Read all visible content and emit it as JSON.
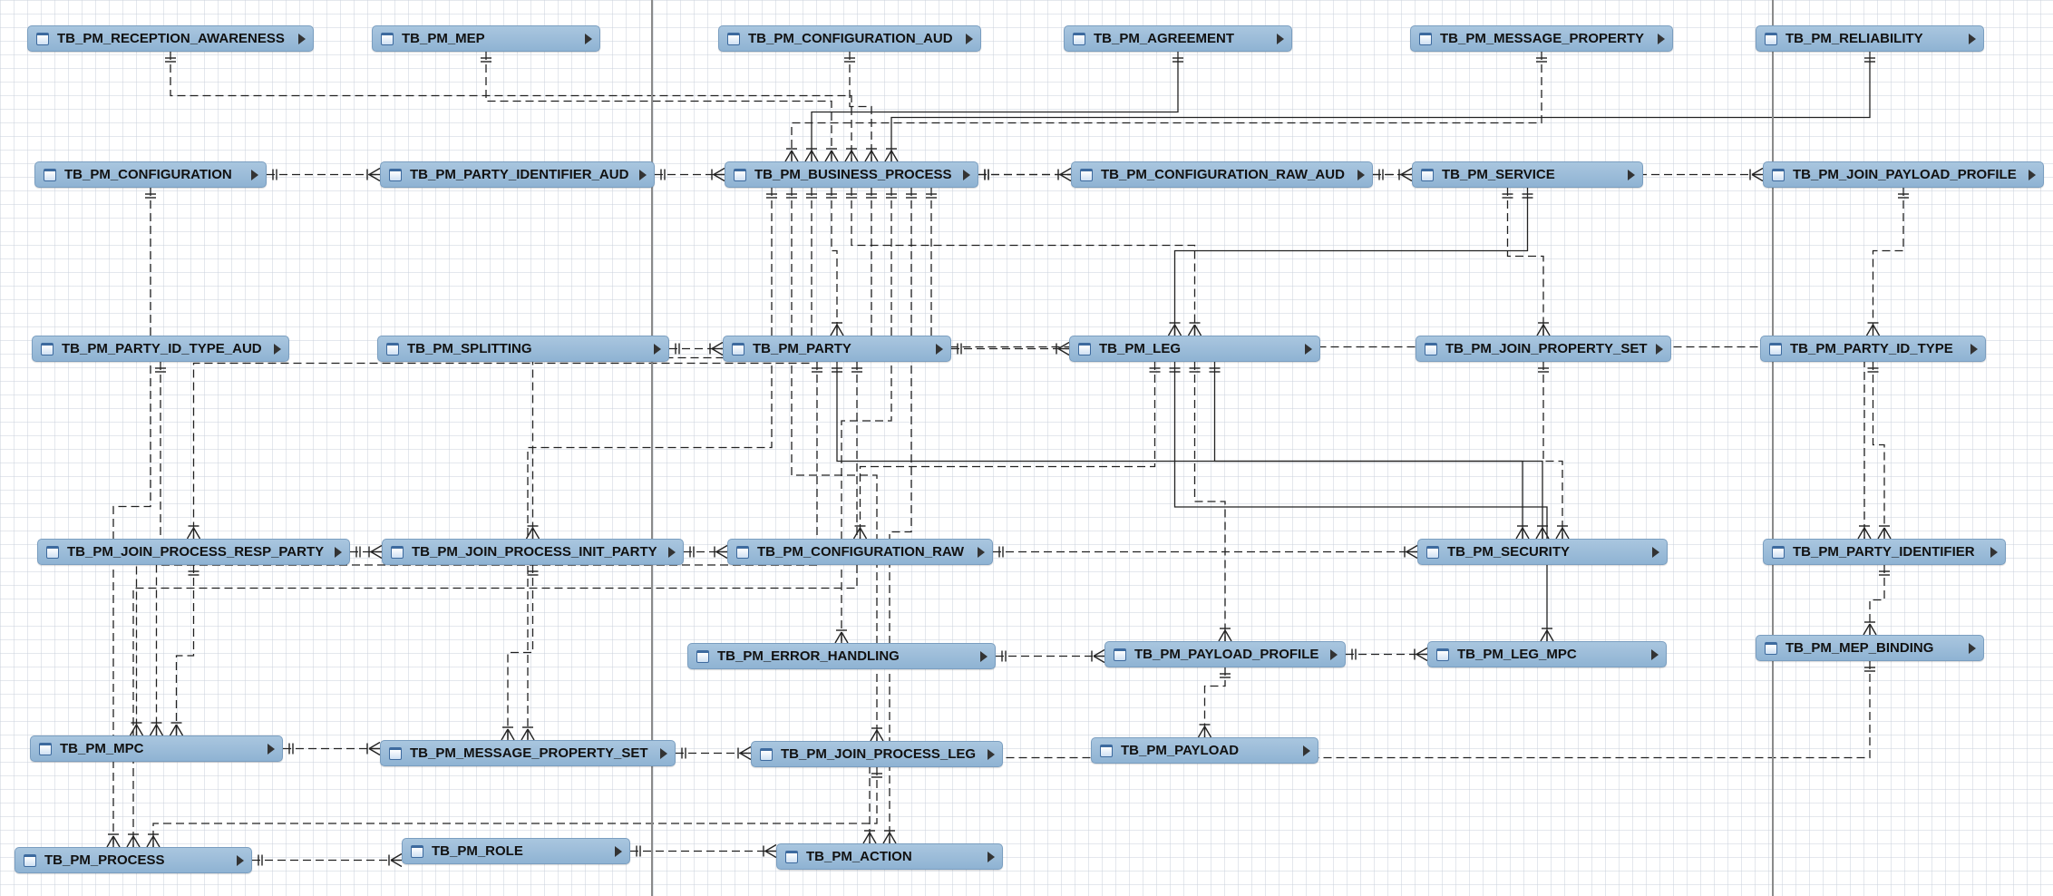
{
  "diagram": {
    "entities": [
      {
        "id": "reception_awareness",
        "name": "TB_PM_RECEPTION_AWARENESS"
      },
      {
        "id": "mep",
        "name": "TB_PM_MEP"
      },
      {
        "id": "configuration_aud",
        "name": "TB_PM_CONFIGURATION_AUD"
      },
      {
        "id": "agreement",
        "name": "TB_PM_AGREEMENT"
      },
      {
        "id": "message_property",
        "name": "TB_PM_MESSAGE_PROPERTY"
      },
      {
        "id": "reliability",
        "name": "TB_PM_RELIABILITY"
      },
      {
        "id": "configuration",
        "name": "TB_PM_CONFIGURATION"
      },
      {
        "id": "party_identifier_aud",
        "name": "TB_PM_PARTY_IDENTIFIER_AUD"
      },
      {
        "id": "business_process",
        "name": "TB_PM_BUSINESS_PROCESS"
      },
      {
        "id": "configuration_raw_aud",
        "name": "TB_PM_CONFIGURATION_RAW_AUD"
      },
      {
        "id": "service",
        "name": "TB_PM_SERVICE"
      },
      {
        "id": "join_payload_profile",
        "name": "TB_PM_JOIN_PAYLOAD_PROFILE"
      },
      {
        "id": "party_id_type_aud",
        "name": "TB_PM_PARTY_ID_TYPE_AUD"
      },
      {
        "id": "splitting",
        "name": "TB_PM_SPLITTING"
      },
      {
        "id": "party",
        "name": "TB_PM_PARTY"
      },
      {
        "id": "leg",
        "name": "TB_PM_LEG"
      },
      {
        "id": "join_property_set",
        "name": "TB_PM_JOIN_PROPERTY_SET"
      },
      {
        "id": "party_id_type",
        "name": "TB_PM_PARTY_ID_TYPE"
      },
      {
        "id": "join_process_resp_party",
        "name": "TB_PM_JOIN_PROCESS_RESP_PARTY"
      },
      {
        "id": "join_process_init_party",
        "name": "TB_PM_JOIN_PROCESS_INIT_PARTY"
      },
      {
        "id": "configuration_raw",
        "name": "TB_PM_CONFIGURATION_RAW"
      },
      {
        "id": "security",
        "name": "TB_PM_SECURITY"
      },
      {
        "id": "party_identifier",
        "name": "TB_PM_PARTY_IDENTIFIER"
      },
      {
        "id": "error_handling",
        "name": "TB_PM_ERROR_HANDLING"
      },
      {
        "id": "payload_profile",
        "name": "TB_PM_PAYLOAD_PROFILE"
      },
      {
        "id": "leg_mpc",
        "name": "TB_PM_LEG_MPC"
      },
      {
        "id": "mep_binding",
        "name": "TB_PM_MEP_BINDING"
      },
      {
        "id": "mpc",
        "name": "TB_PM_MPC"
      },
      {
        "id": "message_property_set",
        "name": "TB_PM_MESSAGE_PROPERTY_SET"
      },
      {
        "id": "join_process_leg",
        "name": "TB_PM_JOIN_PROCESS_LEG"
      },
      {
        "id": "payload",
        "name": "TB_PM_PAYLOAD"
      },
      {
        "id": "process",
        "name": "TB_PM_PROCESS"
      },
      {
        "id": "role",
        "name": "TB_PM_ROLE"
      },
      {
        "id": "action",
        "name": "TB_PM_ACTION"
      }
    ],
    "relationships": [
      {
        "from": "configuration",
        "to": "party_identifier_aud",
        "style": "dashed"
      },
      {
        "from": "party_identifier_aud",
        "to": "business_process",
        "style": "dashed"
      },
      {
        "from": "business_process",
        "to": "configuration_raw_aud",
        "style": "dashed"
      },
      {
        "from": "configuration_raw_aud",
        "to": "service",
        "style": "dashed"
      },
      {
        "from": "splitting",
        "to": "party",
        "style": "dashed"
      },
      {
        "from": "party",
        "to": "leg",
        "style": "dashed"
      },
      {
        "from": "error_handling",
        "to": "payload_profile",
        "style": "dashed"
      },
      {
        "from": "payload_profile",
        "to": "leg_mpc",
        "style": "dashed"
      },
      {
        "from": "mpc",
        "to": "message_property_set",
        "style": "dashed"
      },
      {
        "from": "message_property_set",
        "to": "join_process_leg",
        "style": "dashed"
      },
      {
        "from": "process",
        "to": "role",
        "style": "dashed"
      },
      {
        "from": "role",
        "to": "action",
        "style": "dashed"
      },
      {
        "from": "join_process_resp_party",
        "to": "join_process_init_party",
        "style": "dashed"
      },
      {
        "from": "join_process_init_party",
        "to": "configuration_raw",
        "style": "dashed"
      },
      {
        "from": "configuration_raw",
        "to": "security",
        "style": "dashed"
      },
      {
        "from": "reception_awareness",
        "to": "business_process",
        "style": "dashed"
      },
      {
        "from": "mep",
        "to": "business_process",
        "style": "dashed"
      },
      {
        "from": "configuration_aud",
        "to": "business_process",
        "style": "dashed"
      },
      {
        "from": "agreement",
        "to": "business_process",
        "style": "solid"
      },
      {
        "from": "reliability",
        "to": "business_process",
        "style": "solid"
      },
      {
        "from": "message_property",
        "to": "business_process",
        "style": "dashed"
      },
      {
        "from": "business_process",
        "to": "leg",
        "style": "dashed"
      },
      {
        "from": "business_process",
        "to": "party",
        "style": "dashed"
      },
      {
        "from": "business_process",
        "to": "join_process_init_party",
        "style": "dashed"
      },
      {
        "from": "business_process",
        "to": "join_process_resp_party",
        "style": "dashed"
      },
      {
        "from": "business_process",
        "to": "error_handling",
        "style": "dashed"
      },
      {
        "from": "business_process",
        "to": "join_process_leg",
        "style": "dashed"
      },
      {
        "from": "business_process",
        "to": "action",
        "style": "dashed"
      },
      {
        "from": "business_process",
        "to": "message_property_set",
        "style": "dashed"
      },
      {
        "from": "service",
        "to": "leg",
        "style": "solid"
      },
      {
        "from": "service",
        "to": "join_property_set",
        "style": "dashed"
      },
      {
        "from": "leg",
        "to": "payload_profile",
        "style": "dashed"
      },
      {
        "from": "leg",
        "to": "leg_mpc",
        "style": "solid"
      },
      {
        "from": "leg",
        "to": "security",
        "style": "solid"
      },
      {
        "from": "leg",
        "to": "configuration_raw",
        "style": "dashed"
      },
      {
        "from": "payload_profile",
        "to": "payload",
        "style": "dashed"
      },
      {
        "from": "join_payload_profile",
        "to": "party_id_type",
        "style": "dashed"
      },
      {
        "from": "party_id_type",
        "to": "party_identifier",
        "style": "dashed"
      },
      {
        "from": "party_identifier",
        "to": "mep_binding",
        "style": "dashed"
      },
      {
        "from": "mep_binding",
        "to": "action",
        "style": "dashed"
      },
      {
        "from": "party",
        "to": "security",
        "style": "solid"
      },
      {
        "from": "party",
        "to": "mpc",
        "style": "dashed"
      },
      {
        "from": "party",
        "to": "process",
        "style": "dashed"
      },
      {
        "from": "configuration",
        "to": "process",
        "style": "dashed"
      },
      {
        "from": "party_id_type_aud",
        "to": "mpc",
        "style": "dashed"
      },
      {
        "from": "join_process_init_party",
        "to": "message_property_set",
        "style": "dashed"
      },
      {
        "from": "join_process_resp_party",
        "to": "mpc",
        "style": "dashed"
      },
      {
        "from": "join_property_set",
        "to": "security",
        "style": "dashed"
      },
      {
        "from": "join_process_leg",
        "to": "process",
        "style": "dashed"
      },
      {
        "from": "business_process",
        "to": "party_identifier",
        "style": "dashed"
      },
      {
        "from": "business_process",
        "to": "join_payload_profile",
        "style": "dashed"
      }
    ]
  }
}
